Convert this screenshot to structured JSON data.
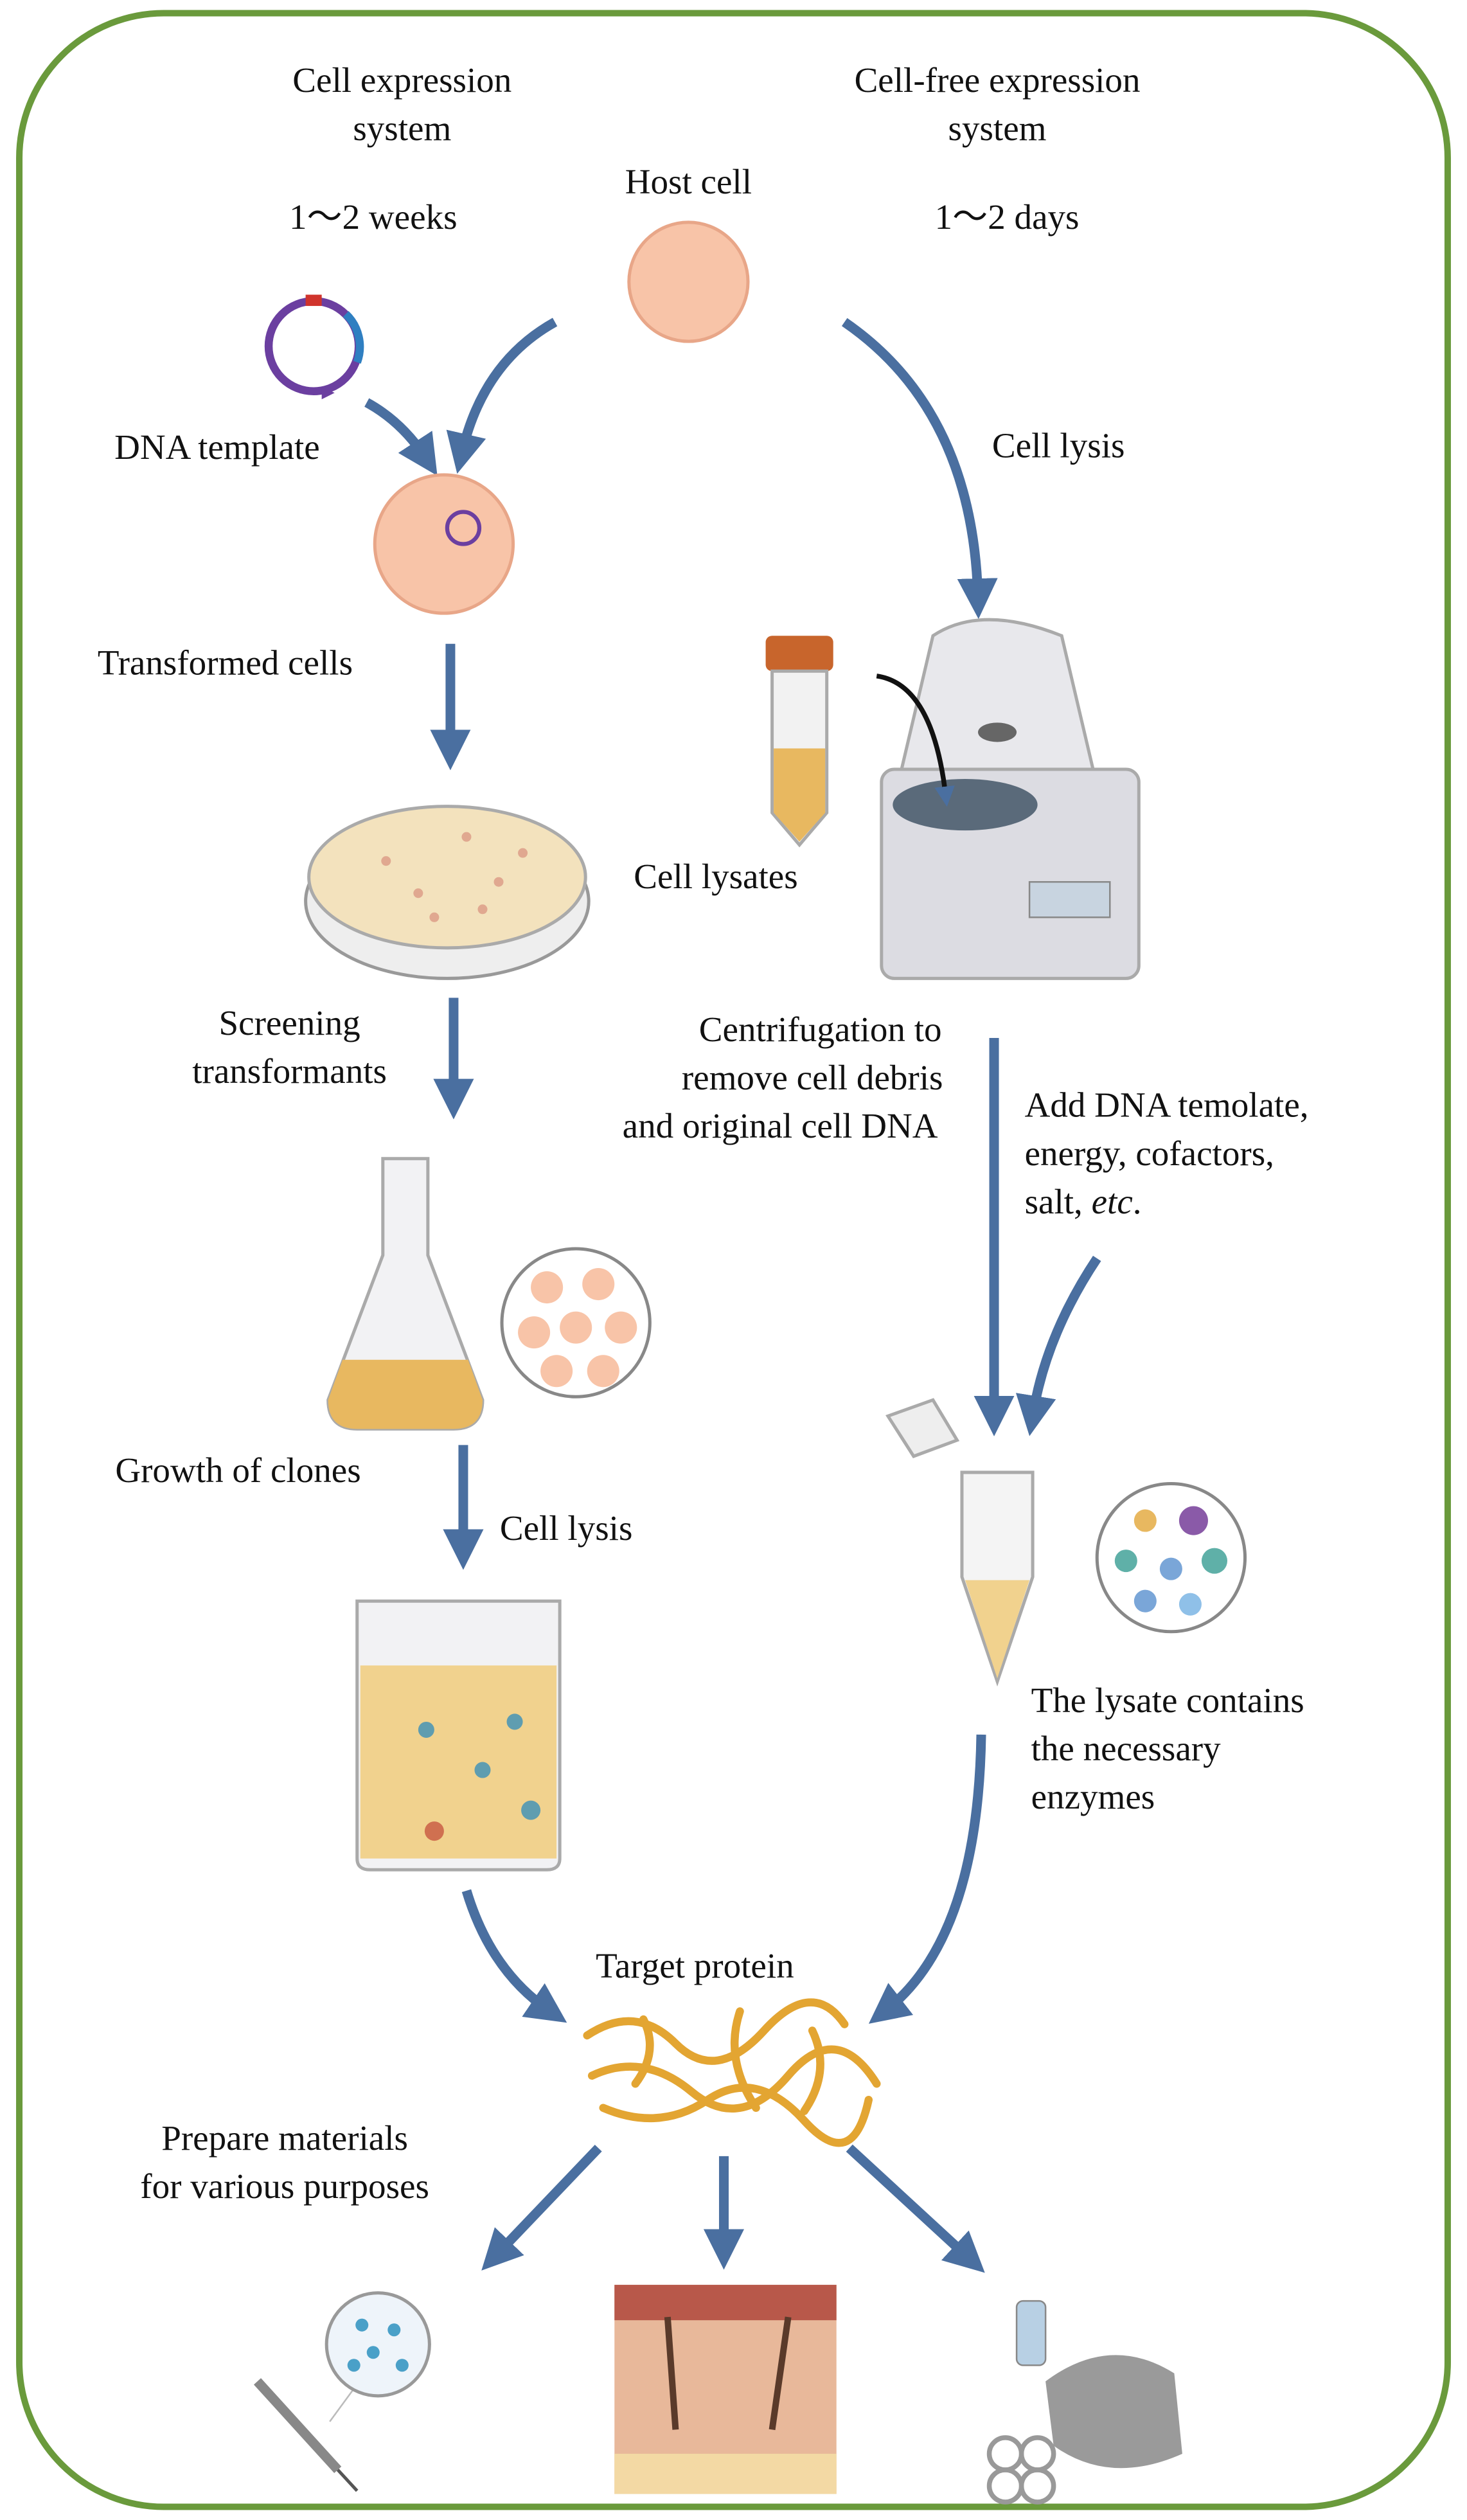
{
  "colors": {
    "border": "#6a9a3c",
    "arrow": "#4a6fa0",
    "cell": "#f8c4a8",
    "medium": "#e8b860",
    "protein": "#e3a532"
  },
  "left_column": {
    "title_line1": "Cell expression",
    "title_line2": "system",
    "duration": "1～2 weeks",
    "dna_template": "DNA template",
    "transformed_cells": "Transformed cells",
    "screening_line1": "Screening",
    "screening_line2": "transformants",
    "growth_of_clones": "Growth of clones",
    "cell_lysis": "Cell lysis"
  },
  "center": {
    "host_cell": "Host cell",
    "cell_lysates": "Cell lysates",
    "centrifugation_line1": "Centrifugation to",
    "centrifugation_line2": "remove cell debris",
    "centrifugation_line3": "and original cell DNA",
    "target_protein": "Target protein",
    "prepare_line1": "Prepare materials",
    "prepare_line2": "for various purposes"
  },
  "right_column": {
    "title_line1": "Cell-free expression",
    "title_line2": "system",
    "duration": "1～2 days",
    "cell_lysis": "Cell lysis",
    "add_line1": "Add DNA temolate,",
    "add_line2": "energy, cofactors,",
    "add_line3_prefix": "salt, ",
    "add_line3_italic": "etc",
    "add_line3_suffix": ".",
    "lysate_line1": "The lysate contains",
    "lysate_line2": "the necessary",
    "lysate_line3": "enzymes"
  },
  "icons": [
    "plasmid-icon",
    "host-cell-icon",
    "transformed-cell-icon",
    "petri-dish-icon",
    "falcon-tube-icon",
    "centrifuge-icon",
    "erlenmeyer-flask-icon",
    "beaker-icon",
    "microtube-icon",
    "protein-icon",
    "syringe-icon",
    "skin-tissue-icon",
    "plastic-waste-icon"
  ]
}
